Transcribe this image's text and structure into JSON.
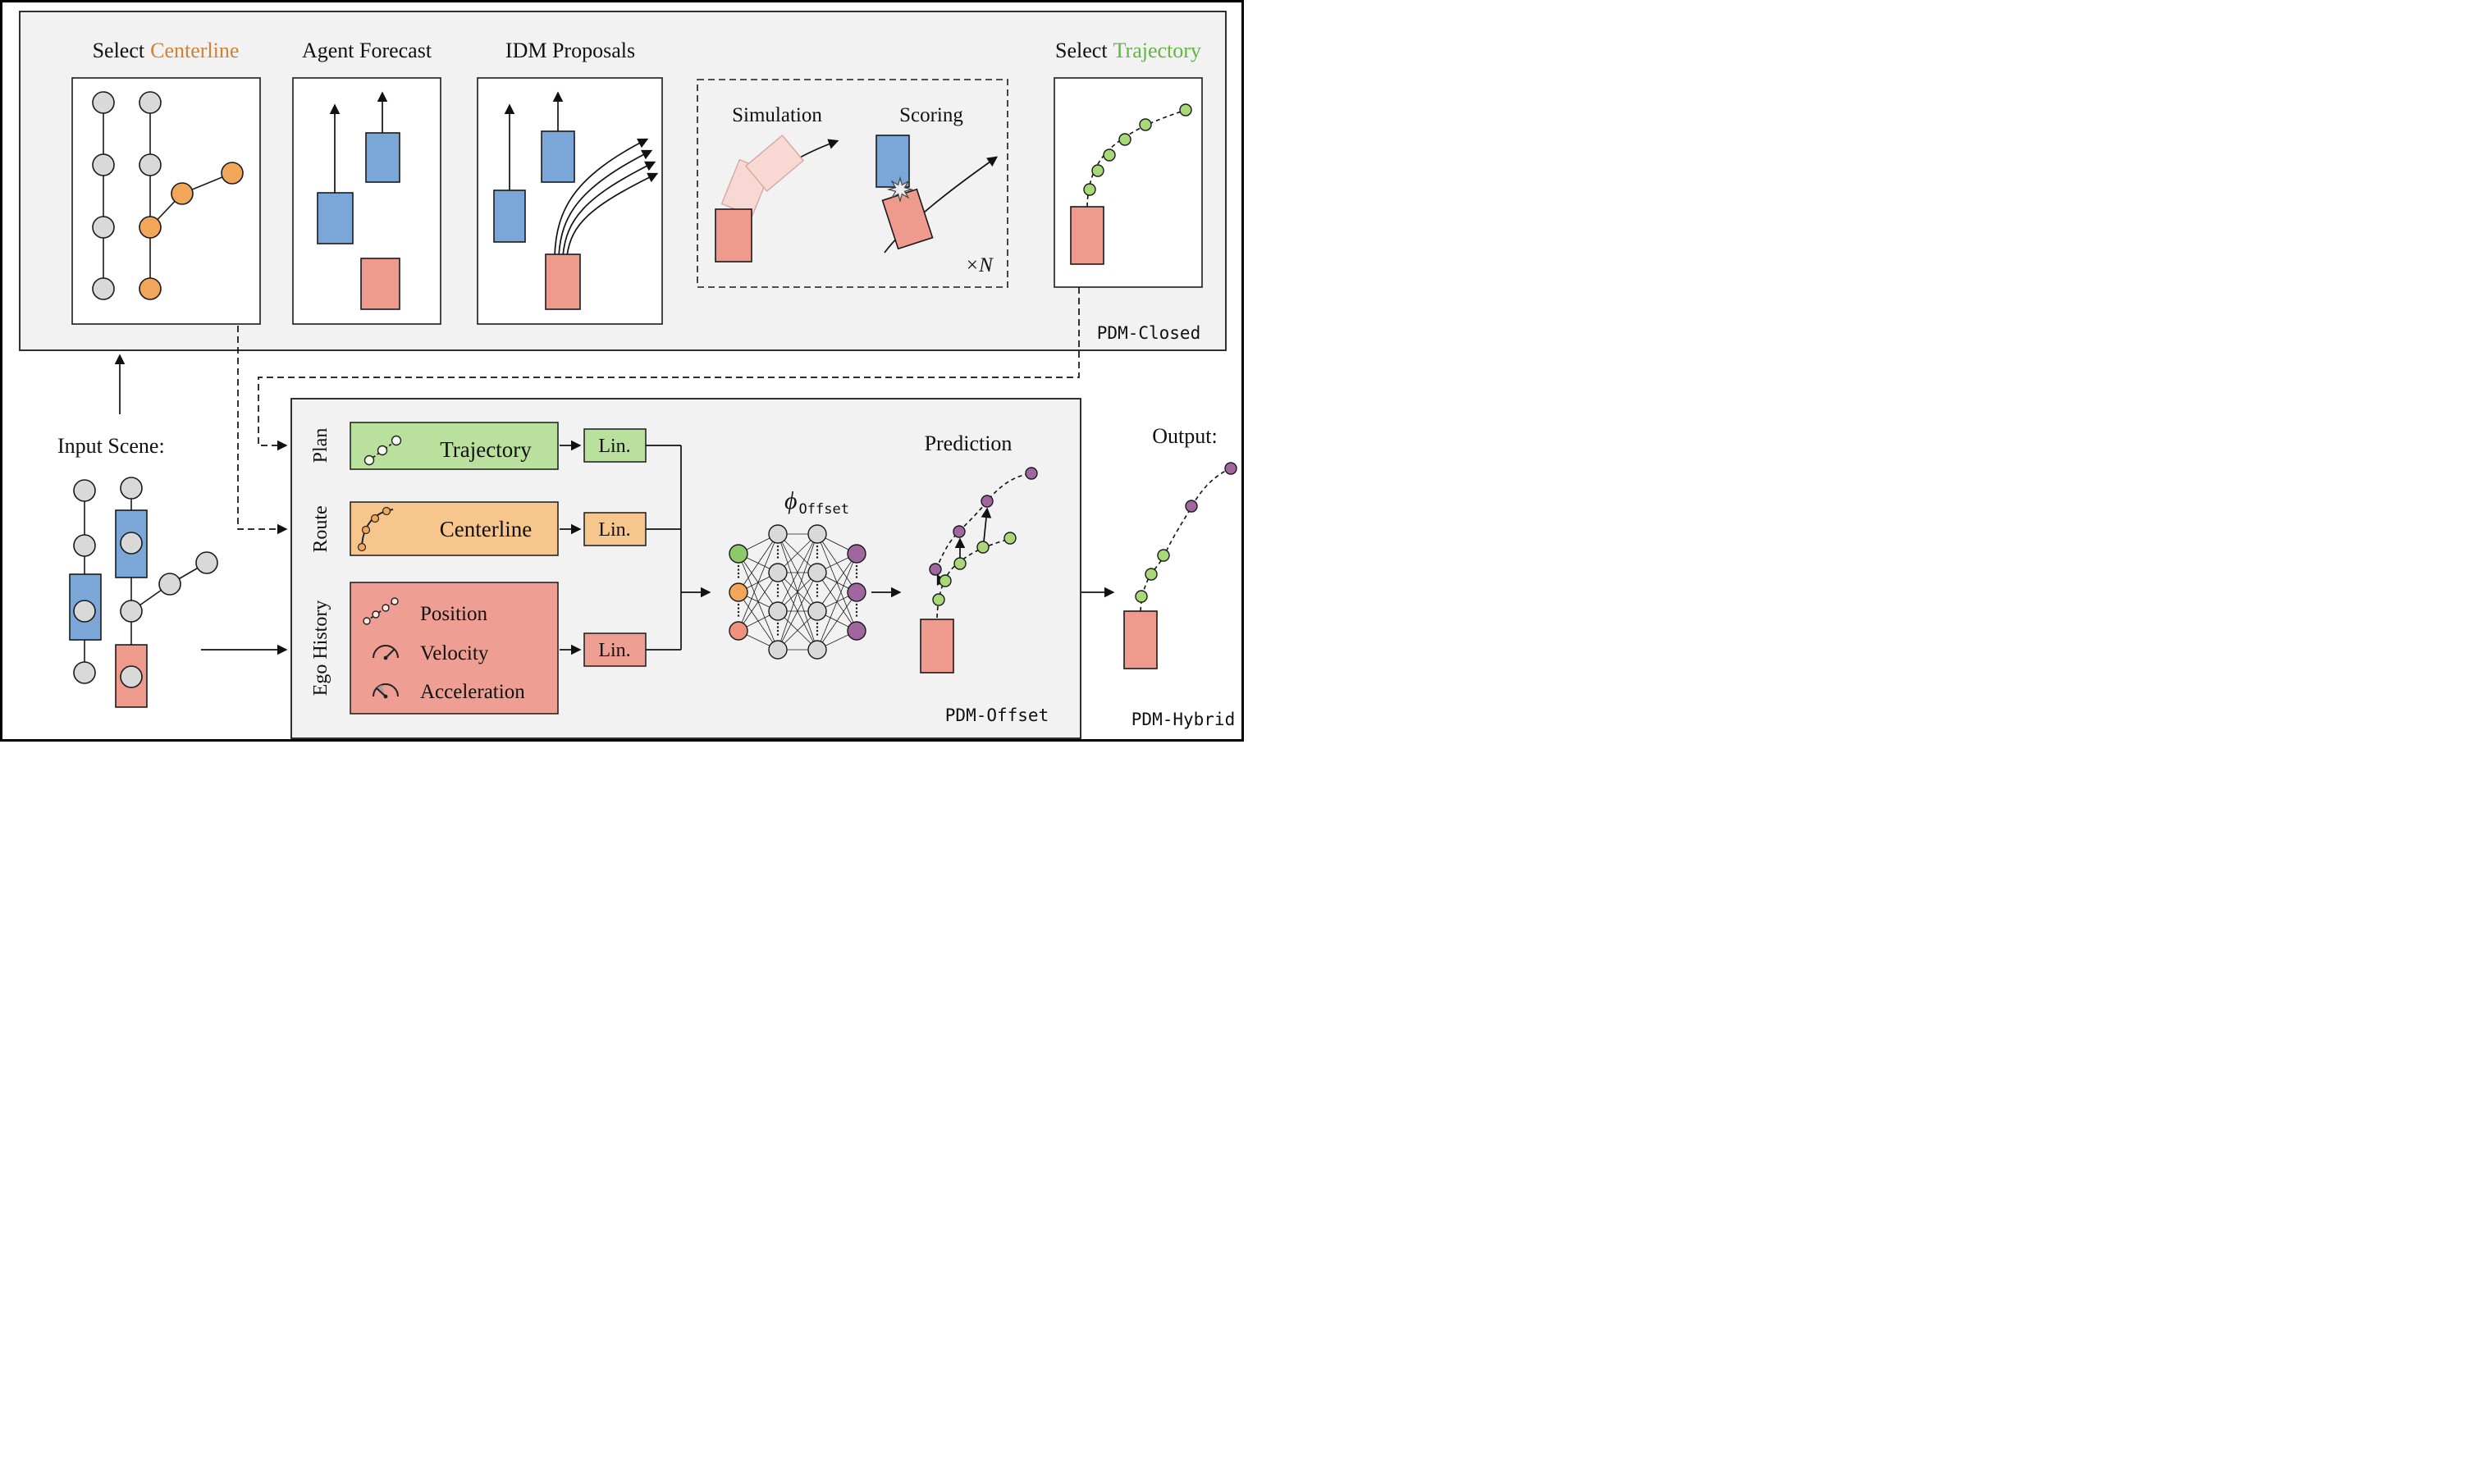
{
  "palette": {
    "panel_bg": "#f2f2f2",
    "gray_node": "#d9d9d9",
    "orange": "#f2a65a",
    "orange_text": "#d97e2e",
    "green": "#a8d878",
    "green_text": "#64b444",
    "blue": "#7aa6d8",
    "salmon": "#ee9a8d",
    "salmon_ghost": "#f8d8d3",
    "purple": "#a066a0",
    "green_box": "#b9e09c",
    "orange_box": "#f6c68d",
    "salmon_box": "#ee9e92"
  },
  "pdm_closed": {
    "label": "PDM-Closed",
    "select_centerline": {
      "prefix": "Select",
      "highlight": "Centerline"
    },
    "agent_forecast": {
      "title": "Agent Forecast"
    },
    "idm_proposals": {
      "title": "IDM Proposals"
    },
    "sim_scoring": {
      "simulation": "Simulation",
      "scoring": "Scoring",
      "multiplier": "×N"
    },
    "select_trajectory": {
      "prefix": "Select",
      "highlight": "Trajectory"
    }
  },
  "input_scene": {
    "label": "Input Scene:"
  },
  "pdm_offset": {
    "label": "PDM-Offset",
    "plan": {
      "axis": "Plan",
      "box": "Trajectory",
      "lin": "Lin."
    },
    "route": {
      "axis": "Route",
      "box": "Centerline",
      "lin": "Lin."
    },
    "ego": {
      "axis": "Ego History",
      "items": [
        "Position",
        "Velocity",
        "Acceleration"
      ],
      "lin": "Lin."
    },
    "phi": "ϕ",
    "phi_sub": "Offset",
    "prediction": "Prediction"
  },
  "output": {
    "label": "Output:"
  },
  "pdm_hybrid": {
    "label": "PDM-Hybrid"
  }
}
